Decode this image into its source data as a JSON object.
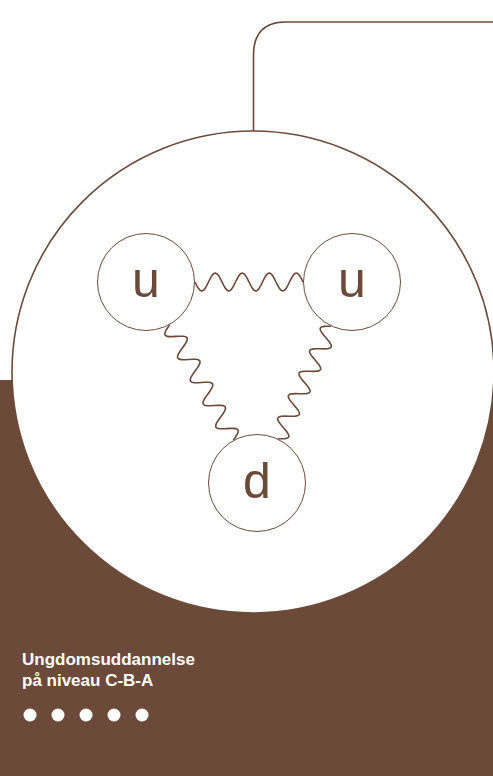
{
  "diagram": {
    "nodes": [
      {
        "text": [
          "u"
        ]
      },
      {
        "text": [
          "u"
        ]
      },
      {
        "text": [
          "d"
        ]
      }
    ],
    "edges": [
      {
        "from": 0,
        "to": 1,
        "arrow": "none"
      },
      {
        "from": 0,
        "to": 2,
        "arrow": "none"
      },
      {
        "from": 1,
        "to": 2,
        "arrow": "none"
      }
    ],
    "labels": [
      "Ungdomsuddannelse på niveau C-B-A"
    ]
  }
}
